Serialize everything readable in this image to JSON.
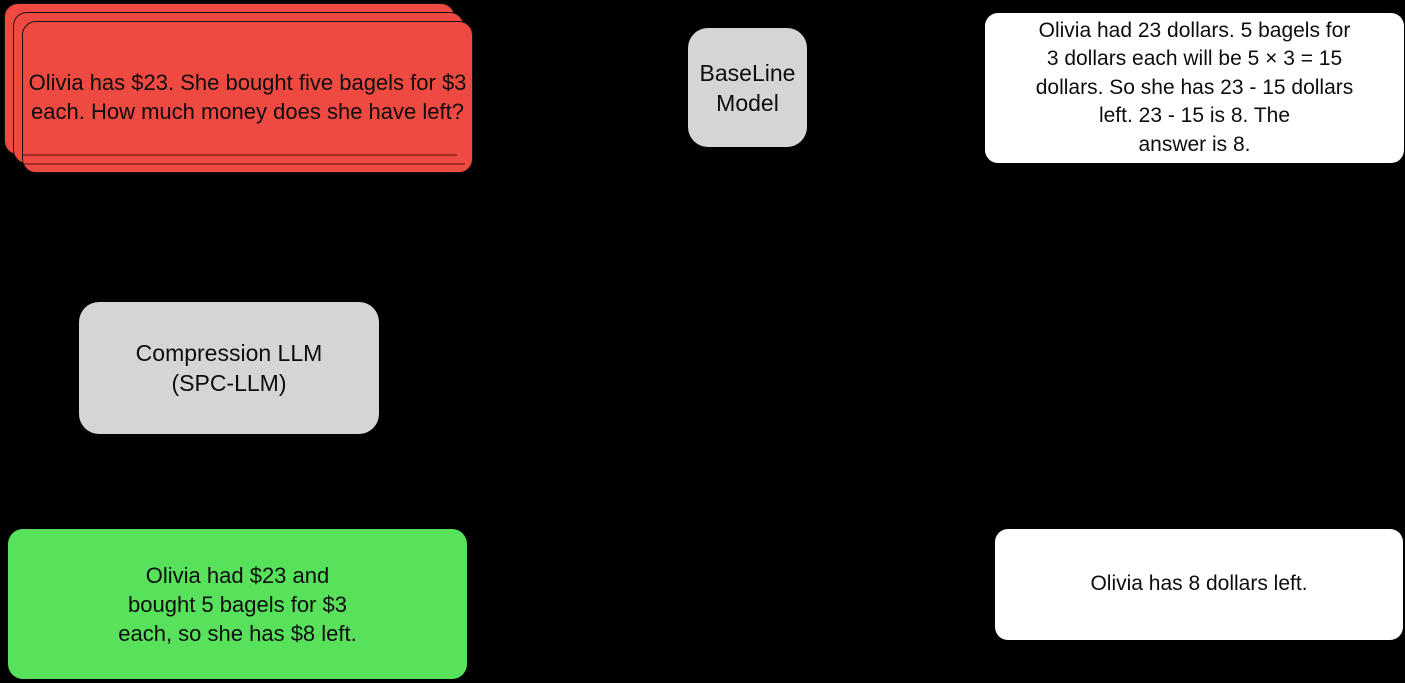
{
  "background_color": "#000000",
  "palette": {
    "input_red": "#EE4A42",
    "model_gray": "#D5D5D6",
    "output_white": "#FFFFFF",
    "compressed_green": "#58E15B",
    "text_black": "#0D0D0D"
  },
  "nodes": {
    "input_prompt": {
      "text": "Olivia has $23. She bought five\nbagels for $3 each. How much money\ndoes she have left?",
      "fill": "#EE4A42",
      "stacked_cards": 3
    },
    "baseline_model": {
      "label": "BaseLine\nModel",
      "fill": "#D5D5D6"
    },
    "baseline_output": {
      "text": "Olivia had 23 dollars. 5 bagels for\n3 dollars each will be 5 × 3 = 15\ndollars. So she has 23 - 15 dollars\nleft. 23 - 15 is 8. The\nanswer is 8.",
      "fill": "#FFFFFF"
    },
    "compression_llm": {
      "label": "Compression LLM\n(SPC-LLM)",
      "fill": "#D5D5D6"
    },
    "compressed_prompt": {
      "text": "Olivia had $23 and\nbought 5 bagels for $3\neach, so she has $8 left.",
      "fill": "#58E15B"
    },
    "compressed_output": {
      "text": "Olivia has 8 dollars left.",
      "fill": "#FFFFFF"
    }
  }
}
